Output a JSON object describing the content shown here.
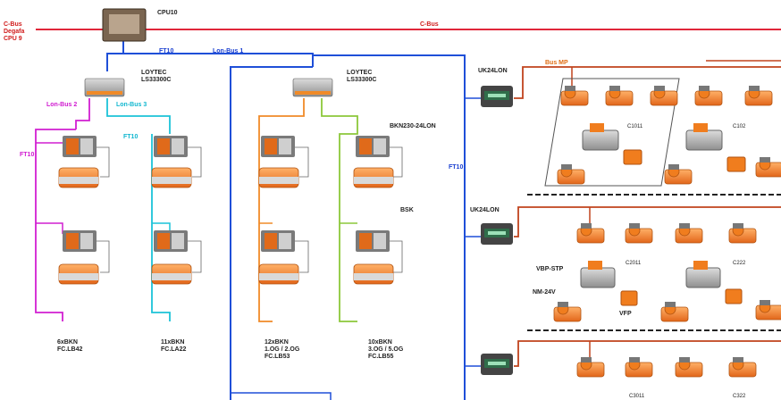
{
  "cbus": {
    "left_label_lines": [
      "C-Bus",
      "Degafa",
      "CPU 9"
    ],
    "bus_label": "C-Bus",
    "cpu_label": "CPU10"
  },
  "ft10_top": "FT10",
  "lonbus1": "Lon-Bus 1",
  "loytec_left_lines": [
    "LOYTEC",
    "LS33300C"
  ],
  "loytec_right_lines": [
    "LOYTEC",
    "LS33300C"
  ],
  "lonbus2": "Lon-Bus 2",
  "lonbus3": "Lon-Bus 3",
  "ft10_left": "FT10",
  "ft10_mid": "FT10",
  "ft10_right": "FT10",
  "bkn_label": "BKN230-24LON",
  "bsk_label": "BSK",
  "uk24lon_1": "UK24LON",
  "uk24lon_2": "UK24LON",
  "bus_mp": "Bus MP",
  "c_labels": [
    "C1011",
    "C102",
    "C2011",
    "C222",
    "C3011",
    "C322"
  ],
  "vbp_stp": "VBP-STP",
  "nm24v": "NM-24V",
  "vfp": "VFP",
  "groups": [
    {
      "lines": [
        "6xBKN",
        "FC.LB42"
      ]
    },
    {
      "lines": [
        "11xBKN",
        "FC.LA22"
      ]
    },
    {
      "lines": [
        "12xBKN",
        "1.OG / 2.OG",
        "FC.LB53"
      ]
    },
    {
      "lines": [
        "10xBKN",
        "3.OG / 5.OG",
        "FC.LB55"
      ]
    }
  ],
  "colors": {
    "cbus": "#e0263a",
    "lon1": "#1f4fd8",
    "lon2": "#d11fd1",
    "lon3": "#1cc3d8",
    "branch_orange": "#f08a28",
    "branch_green": "#8cc83a",
    "mp_bus": "#c0431d",
    "actuator": "#f07d1e"
  }
}
